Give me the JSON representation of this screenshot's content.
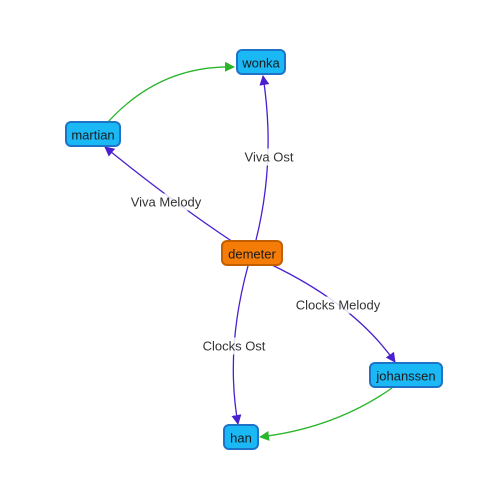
{
  "graph": {
    "colors": {
      "node_default_fill": "#1ab8f5",
      "node_default_stroke": "#1e73c8",
      "node_center_fill": "#f67c08",
      "node_center_stroke": "#c25f00",
      "edge_primary": "#4a1fcf",
      "edge_secondary": "#2bb52b",
      "background": "#ffffff"
    },
    "nodes": [
      {
        "id": "wonka",
        "label": "wonka",
        "kind": "default"
      },
      {
        "id": "martian",
        "label": "martian",
        "kind": "default"
      },
      {
        "id": "demeter",
        "label": "demeter",
        "kind": "center"
      },
      {
        "id": "johanssen",
        "label": "johanssen",
        "kind": "default"
      },
      {
        "id": "han",
        "label": "han",
        "kind": "default"
      }
    ],
    "edges": [
      {
        "id": "demeter-wonka",
        "from": "demeter",
        "to": "wonka",
        "label": "Viva Ost",
        "color_role": "edge_primary"
      },
      {
        "id": "demeter-martian",
        "from": "demeter",
        "to": "martian",
        "label": "Viva Melody",
        "color_role": "edge_primary"
      },
      {
        "id": "demeter-johanssen",
        "from": "demeter",
        "to": "johanssen",
        "label": "Clocks Melody",
        "color_role": "edge_primary"
      },
      {
        "id": "demeter-han",
        "from": "demeter",
        "to": "han",
        "label": "Clocks Ost",
        "color_role": "edge_primary"
      },
      {
        "id": "martian-wonka",
        "from": "martian",
        "to": "wonka",
        "label": "",
        "color_role": "edge_secondary"
      },
      {
        "id": "johanssen-han",
        "from": "johanssen",
        "to": "han",
        "label": "",
        "color_role": "edge_secondary"
      }
    ]
  }
}
